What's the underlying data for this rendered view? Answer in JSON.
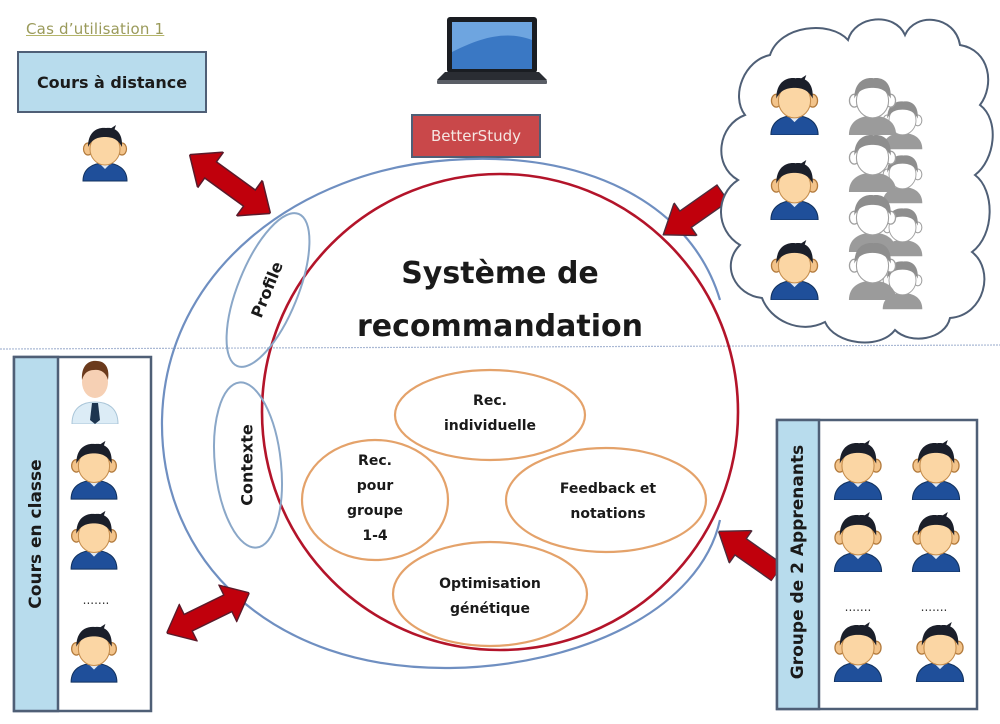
{
  "header": {
    "use_case_label": "Cas d’utilisation 1"
  },
  "platform": {
    "name": "BetterStudy",
    "icon": "laptop-icon"
  },
  "center": {
    "title_line1": "Système de",
    "title_line2": "recommandation"
  },
  "inputs": {
    "profile": "Profile",
    "context": "Contexte"
  },
  "modules": [
    {
      "lines": [
        "Rec.",
        "individuelle"
      ]
    },
    {
      "lines": [
        "Rec.",
        "pour",
        "groupe",
        "1-4"
      ]
    },
    {
      "lines": [
        "Feedback et",
        "notations"
      ]
    },
    {
      "lines": [
        "Optimisation",
        "génétique"
      ]
    }
  ],
  "scenarios": {
    "distance": {
      "label": "Cours à distance",
      "learners": 1
    },
    "classroom": {
      "label": "Cours en classe",
      "teacher": 1,
      "learners_shown": 3,
      "ellipsis": "......."
    },
    "groups": {
      "label": "Groupe de 2 Apprenants",
      "columns": 2,
      "rows_shown": 3,
      "ellipsis": "......."
    },
    "crowd": {
      "active_learners": 3,
      "faded_learners": 8
    }
  },
  "colors": {
    "accent_red": "#c0000c",
    "outer_circle": "#6f8fc1",
    "core_circle": "#b3142a",
    "module_outline": "#e4a26a",
    "profile_outline": "#8aa7c8",
    "box_fill": "#b8dced",
    "box_border": "#4f5f76",
    "platform_fill": "#c9484a"
  }
}
